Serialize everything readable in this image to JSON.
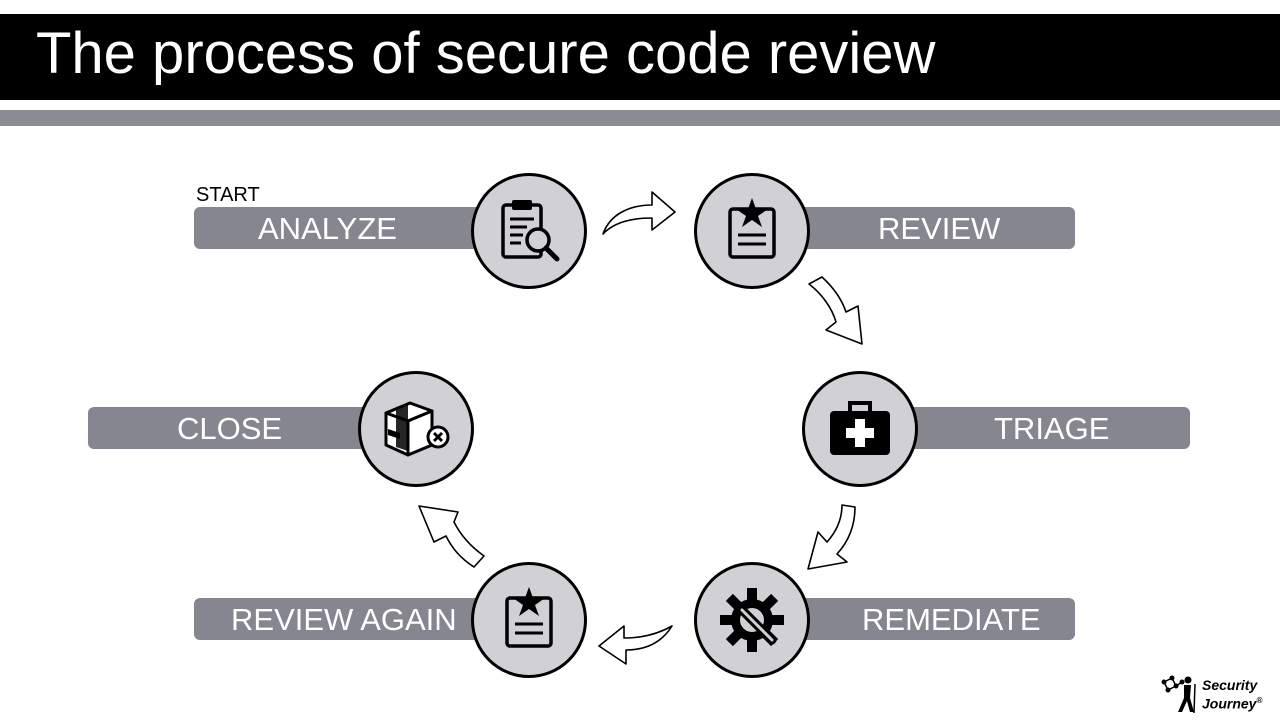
{
  "title": "The process of secure code review",
  "start_label": "START",
  "stages": [
    {
      "id": "analyze",
      "label": "ANALYZE",
      "icon": "clipboard-search-icon"
    },
    {
      "id": "review",
      "label": "REVIEW",
      "icon": "clipboard-star-icon"
    },
    {
      "id": "triage",
      "label": "TRIAGE",
      "icon": "first-aid-kit-icon"
    },
    {
      "id": "remediate",
      "label": "REMEDIATE",
      "icon": "gear-wrench-icon"
    },
    {
      "id": "review_again",
      "label": "REVIEW AGAIN",
      "icon": "clipboard-star-icon"
    },
    {
      "id": "close",
      "label": "CLOSE",
      "icon": "closed-box-icon"
    }
  ],
  "brand": {
    "line1": "Security",
    "line2": "Journey",
    "mark": "®"
  },
  "colors": {
    "title_bg": "#000000",
    "accent_rule": "#8c8c96",
    "stage_bar": "#868690",
    "icon_circle": "#d0d0d5"
  }
}
